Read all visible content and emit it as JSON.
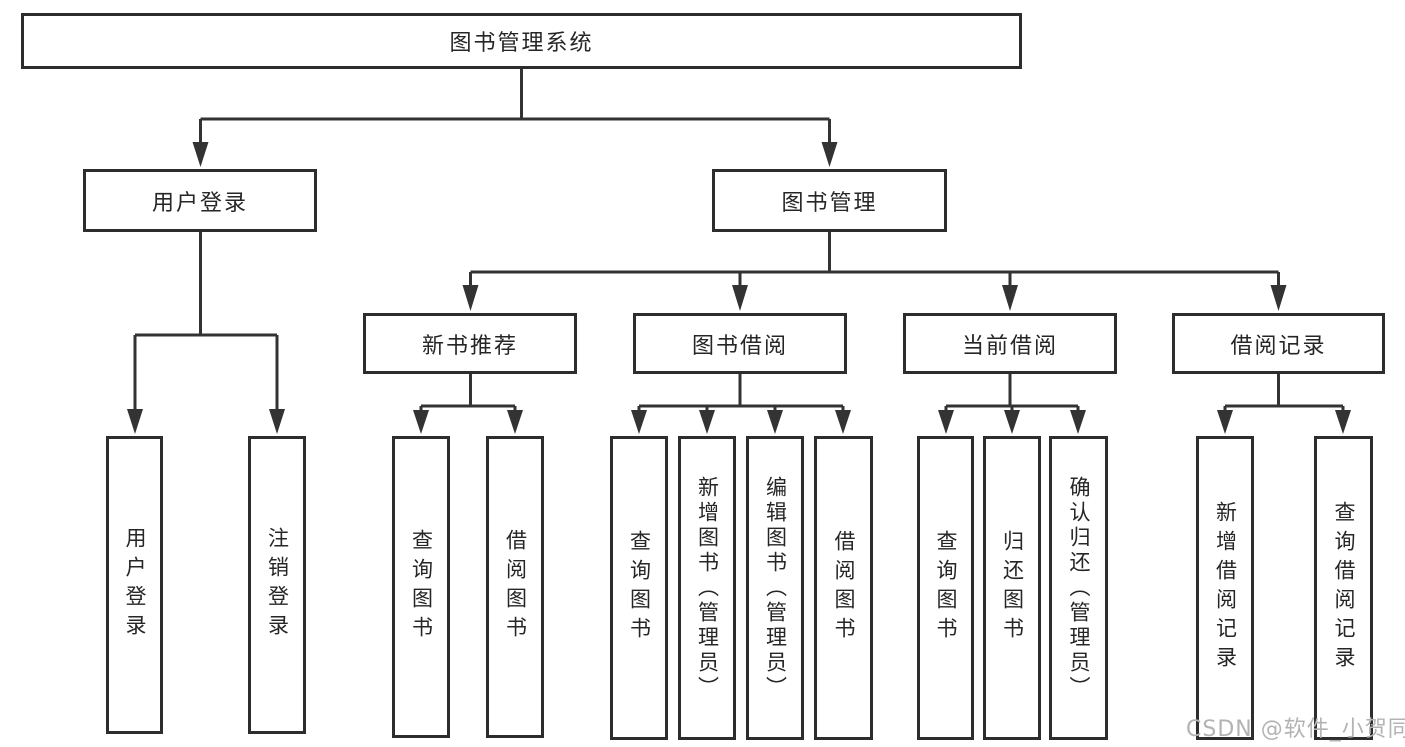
{
  "tree": {
    "label": "图书管理系统",
    "children": [
      {
        "label": "用户登录",
        "children": [
          {
            "label": "用户登录"
          },
          {
            "label": "注销登录"
          }
        ]
      },
      {
        "label": "图书管理",
        "children": [
          {
            "label": "新书推荐",
            "children": [
              {
                "label": "查询图书"
              },
              {
                "label": "借阅图书"
              }
            ]
          },
          {
            "label": "图书借阅",
            "children": [
              {
                "label": "查询图书"
              },
              {
                "label": "新增图书（管理员）"
              },
              {
                "label": "编辑图书（管理员）"
              },
              {
                "label": "借阅图书"
              }
            ]
          },
          {
            "label": "当前借阅",
            "children": [
              {
                "label": "查询图书"
              },
              {
                "label": "归还图书"
              },
              {
                "label": "确认归还（管理员）"
              }
            ]
          },
          {
            "label": "借阅记录",
            "children": [
              {
                "label": "新增借阅记录"
              },
              {
                "label": "查询借阅记录"
              }
            ]
          }
        ]
      }
    ]
  },
  "watermark": {
    "text": "CSDN @软件_小贺同学"
  },
  "colors": {
    "line": "#333333",
    "box_border": "#2d2d2d",
    "text": "#262626",
    "watermark": "#b3b3b3",
    "background": "#ffffff"
  }
}
